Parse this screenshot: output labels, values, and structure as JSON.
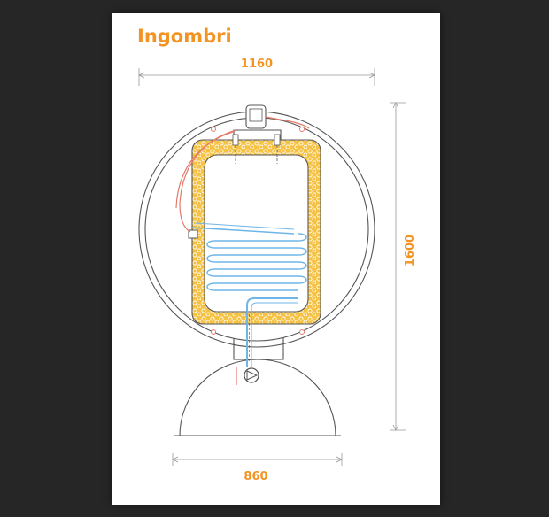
{
  "title": "Ingombri",
  "dimensions": {
    "width_top": "1160",
    "height": "1600",
    "width_base": "860"
  },
  "colors": {
    "background": "#262626",
    "card": "#ffffff",
    "accent": "#f39324",
    "outline": "#555555",
    "insulation": "#f5c243",
    "coil": "#6fb6e8",
    "pipe_hot": "#e57a6a"
  }
}
